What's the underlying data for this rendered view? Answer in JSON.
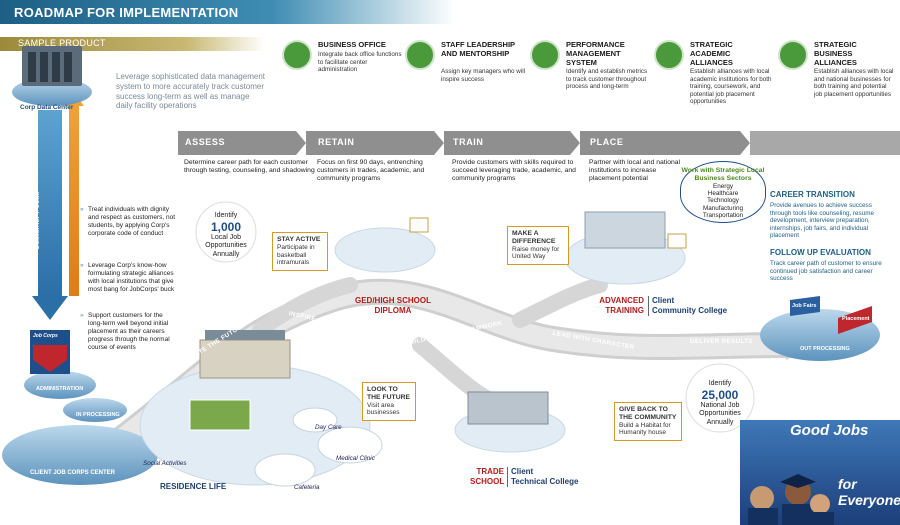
{
  "header": {
    "title": "ROADMAP FOR IMPLEMENTATION",
    "subtitle": "SAMPLE PRODUCT"
  },
  "intro": "Leverage sophisticated data management system to more accurately track customer success long-term as well as manage daily facility operations",
  "data_center_label": "Corp Data Center",
  "customer_focus_label": "Customer Focus",
  "left_bullets": [
    "Treat individuals with dignity and respect as customers, not students, by applying Corp's corporate code of conduct",
    "Leverage Corp's know-how formulating strategic alliances with local institutions that give most bang for JobCorps' buck",
    "Support customers for the long-term well beyond initial placement as their careers progress through the normal course of events"
  ],
  "top_items": [
    {
      "icon": "office-building-icon",
      "title": "BUSINESS OFFICE",
      "desc": "Integrate back office functions to facilitate center administration"
    },
    {
      "icon": "people-icon",
      "title": "STAFF LEADERSHIP AND MENTORSHIP",
      "desc": "Assign key managers who will inspire success"
    },
    {
      "icon": "checklist-icon",
      "title": "PERFORMANCE MANAGEMENT SYSTEM",
      "desc": "Identify and establish metrics to track customer throughout process and long-term"
    },
    {
      "icon": "alliance-a-icon",
      "title": "STRATEGIC ACADEMIC ALLIANCES",
      "desc": "Establish alliances with local academic institutions for both training, coursework, and potential job placement opportunities"
    },
    {
      "icon": "alliance-b-icon",
      "title": "STRATEGIC BUSINESS ALLIANCES",
      "desc": "Establish alliances with local and national businesses for both training and potential job placement opportunities"
    }
  ],
  "stages": [
    {
      "name": "ASSESS",
      "desc": "Determine career path for each customer through testing, counseling, and shadowing"
    },
    {
      "name": "RETAIN",
      "desc": "Focus on first 90 days, entrenching customers in trades, academic, and community programs"
    },
    {
      "name": "TRAIN",
      "desc": "Provide customers with skills required to succeed leveraging trade, academic, and community programs"
    },
    {
      "name": "PLACE",
      "desc": "Partner with local and national institutions to increase placement potential"
    }
  ],
  "sectors": {
    "title": "Work with Strategic Local Business Sectors",
    "items": [
      "Energy",
      "Healthcare",
      "Technology",
      "Manufacturing",
      "Transportation"
    ]
  },
  "right_panel": [
    {
      "title": "CAREER TRANSITION",
      "desc": "Provide avenues to achieve success through tools like counseling, resume development, interview preparation, internships, job fairs, and individual placement"
    },
    {
      "title": "FOLLOW UP EVALUATION",
      "desc": "Track career path of customer to ensure continued job satisfaction and career success"
    }
  ],
  "identify_local": {
    "pre": "Identify",
    "number": "1,000",
    "post": "Local Job Opportunities Annually"
  },
  "identify_national": {
    "pre": "Identify",
    "number": "25,000",
    "post": "National Job Opportunities Annually"
  },
  "callouts": {
    "stay_active": {
      "title": "STAY ACTIVE",
      "desc": "Participate in basketball intramurals"
    },
    "make_difference": {
      "title": "MAKE A DIFFERENCE",
      "desc": "Raise money for United Way"
    },
    "look_future": {
      "title": "LOOK TO THE FUTURE",
      "desc": "Visit area businesses"
    },
    "give_back": {
      "title": "GIVE BACK TO THE COMMUNITY",
      "desc": "Build a Habitat for Humanity house"
    }
  },
  "outcomes": {
    "ged": "GED/HIGH SCHOOL DIPLOMA",
    "advanced_a": "ADVANCED",
    "advanced_b": "TRAINING",
    "client": "Client",
    "community_college": "Community College",
    "trade_a": "TRADE",
    "trade_b": "SCHOOL",
    "technical_college": "Technical College"
  },
  "path_labels": [
    "CREATE THE FUTURE",
    "INSPIRE COMMITMENT",
    "BUILD THROUGH TEAMWORK",
    "LEAD WITH CHARACTER",
    "DELIVER RESULTS"
  ],
  "places": {
    "residence": "RESIDENCE LIFE",
    "social": "Social Activities",
    "day_care": "Day Care",
    "medical": "Medical Clinic",
    "cafeteria": "Cafeteria",
    "center": "CLIENT JOB CORPS CENTER",
    "admin": "ADMINISTRATION",
    "in_processing": "IN PROCESSING",
    "out_processing": "OUT PROCESSING",
    "job_fairs": "Job Fairs",
    "placement": "Placement",
    "logo": "Job Corps"
  },
  "good_jobs": {
    "line1": "Good Jobs",
    "line2": "for Everyone"
  },
  "colors": {
    "header": "#1d5f85",
    "green": "#4a9a3c",
    "stage_arrow": "#9a9a9a",
    "red": "#b51a1a",
    "gold": "#d59a22"
  }
}
